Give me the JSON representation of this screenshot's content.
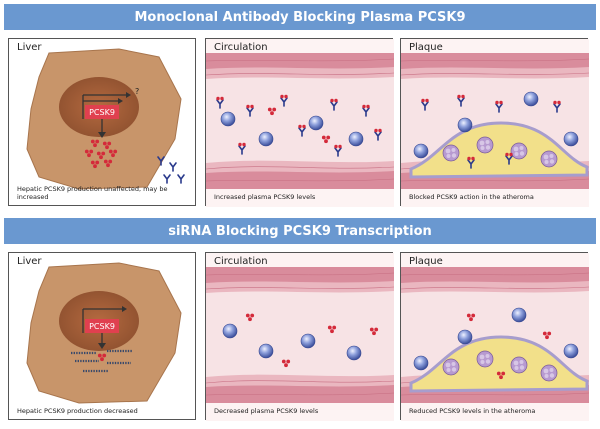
{
  "sections": [
    {
      "heading": "Monoclonal Antibody Blocking Plasma PCSK9",
      "panels": [
        {
          "title": "Liver",
          "caption": "Hepatic PCSK9 production unaffected, may be increased",
          "gene_label": "PCSK9",
          "query_mark": "?"
        },
        {
          "title": "Circulation",
          "caption": "Increased plasma PCSK9 levels"
        },
        {
          "title": "Plaque",
          "caption": "Blocked PCSK9 action in the atheroma"
        }
      ]
    },
    {
      "heading": "siRNA Blocking PCSK9 Transcription",
      "panels": [
        {
          "title": "Liver",
          "caption": "Hepatic PCSK9 production decreased",
          "gene_label": "PCSK9"
        },
        {
          "title": "Circulation",
          "caption": "Decreased plasma PCSK9 levels"
        },
        {
          "title": "Plaque",
          "caption": "Reduced PCSK9 levels in the atheroma"
        }
      ]
    }
  ],
  "colors": {
    "banner": "#6a98d0",
    "cell": "#c8956a",
    "nucleus": "#a0623c",
    "vessel_wall": "#e0a8b2",
    "lumen": "#f6e2e4",
    "pcsk9": "#d42a3a",
    "antibody": "#2a3a8c",
    "ldl_particle": "#7d8fd0",
    "plaque": "#f2e08a",
    "foam_cell": "#9b7ab8"
  }
}
